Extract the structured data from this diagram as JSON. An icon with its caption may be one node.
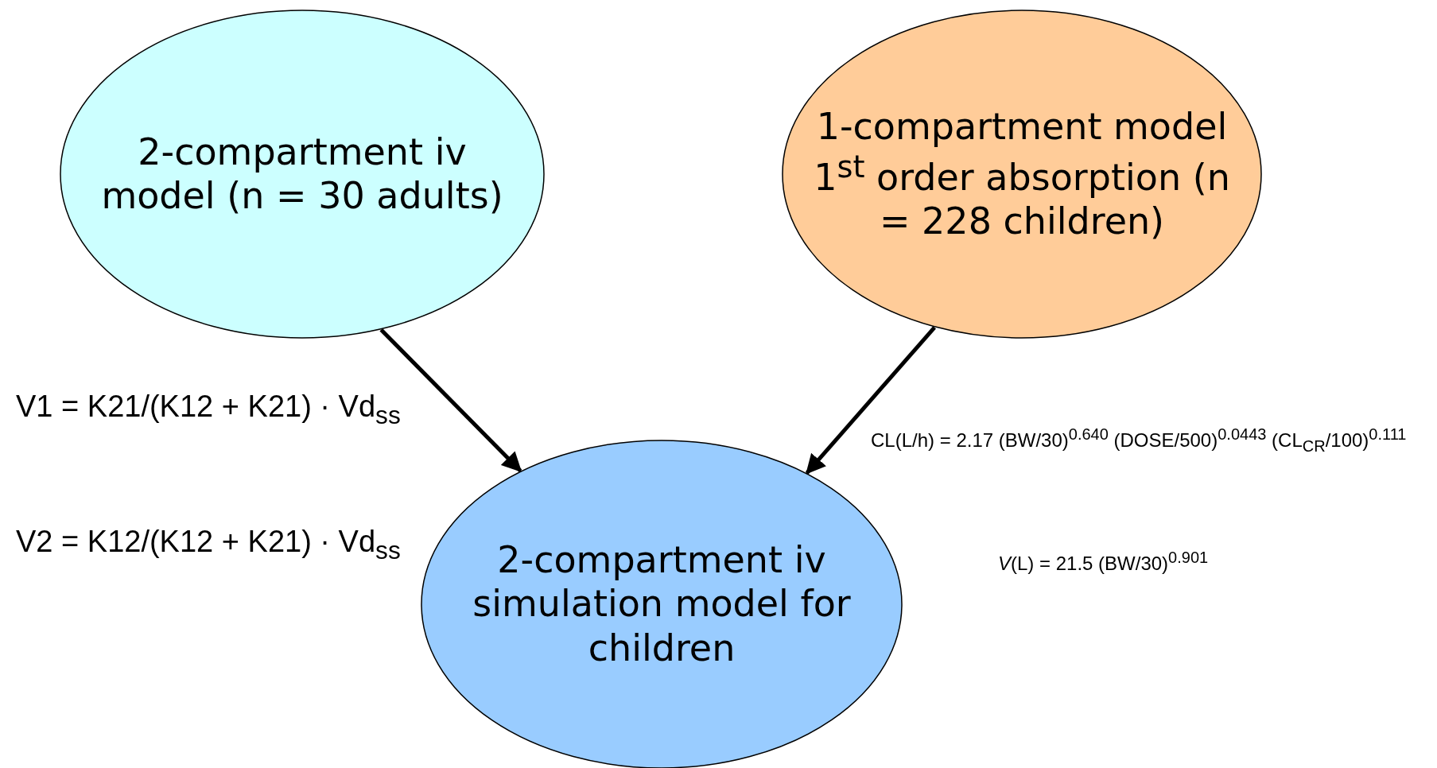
{
  "diagram": {
    "nodes": [
      {
        "text": [
          "2-compartment iv model (n = 30 adults)"
        ]
      },
      {
        "text": [
          "1-compartment model 1$^{st}$ order absorption (n = 228 children)"
        ]
      },
      {
        "text": [
          "2-compartment iv simulation model for children"
        ]
      }
    ],
    "edges": [
      {
        "from": 0,
        "to": 2,
        "arrow": "to"
      },
      {
        "from": 1,
        "to": 2,
        "arrow": "to"
      }
    ],
    "labels": [
      "V1 = K21/(K12 + K21) · Vd$_{ss}$",
      "V2 = K12/(K12 + K21) · Vd$_{ss}$",
      "CL(L/h) = 2.17 (BW/30)$^{0.640}$ (DOSE/500)$^{0.0443}$ (CL$_{CR}$/100)$^{0.111}$",
      "*V*(L) = 21.5 (BW/30)$^{0.901}$"
    ]
  }
}
